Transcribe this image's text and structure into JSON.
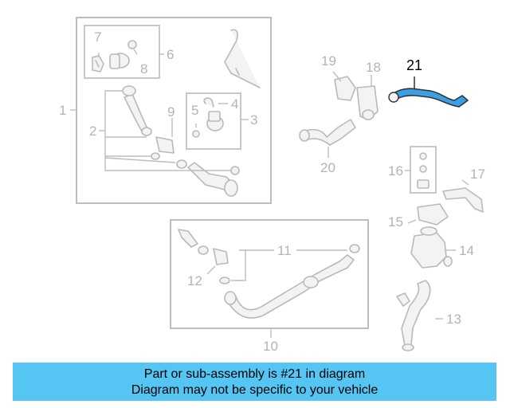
{
  "highlight_color": "#3a9fe6",
  "banner_color": "#55c5f3",
  "callouts": {
    "c1": "1",
    "c2": "2",
    "c3": "3",
    "c4": "4",
    "c5": "5",
    "c6": "6",
    "c7": "7",
    "c8": "8",
    "c9": "9",
    "c10": "10",
    "c11": "11",
    "c12": "12",
    "c13": "13",
    "c14": "14",
    "c15": "15",
    "c16": "16",
    "c17": "17",
    "c18": "18",
    "c19": "19",
    "c20": "20",
    "c21": "21"
  },
  "banner": {
    "line1": "Part or sub-assembly is #21 in diagram",
    "line2": "Diagram may not be specific to your vehicle"
  }
}
